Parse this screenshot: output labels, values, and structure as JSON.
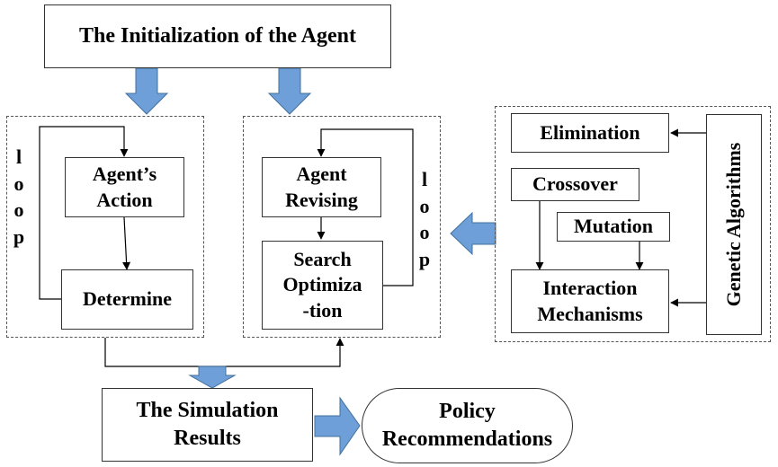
{
  "init": {
    "label": "The Initialization of the Agent"
  },
  "left_group": {
    "loop_label": "loop",
    "action": {
      "label": "Agent’s\nAction"
    },
    "determine": {
      "label": "Determine"
    }
  },
  "middle_group": {
    "loop_label": "loop",
    "revising": {
      "label": "Agent\nRevising"
    },
    "search": {
      "label": "Search\nOptimiza\n-tion"
    }
  },
  "ga_group": {
    "title": "Genetic Algorithms",
    "elimination": {
      "label": "Elimination"
    },
    "crossover": {
      "label": "Crossover"
    },
    "mutation": {
      "label": "Mutation"
    },
    "interaction": {
      "label": "Interaction\nMechanisms"
    }
  },
  "results": {
    "label": "The Simulation\nResults"
  },
  "policy": {
    "label": "Policy\nRecommendations"
  },
  "colors": {
    "block_arrow_fill": "#6f9fd8",
    "block_arrow_stroke": "#41719c",
    "line": "#000000",
    "border": "#333333"
  }
}
